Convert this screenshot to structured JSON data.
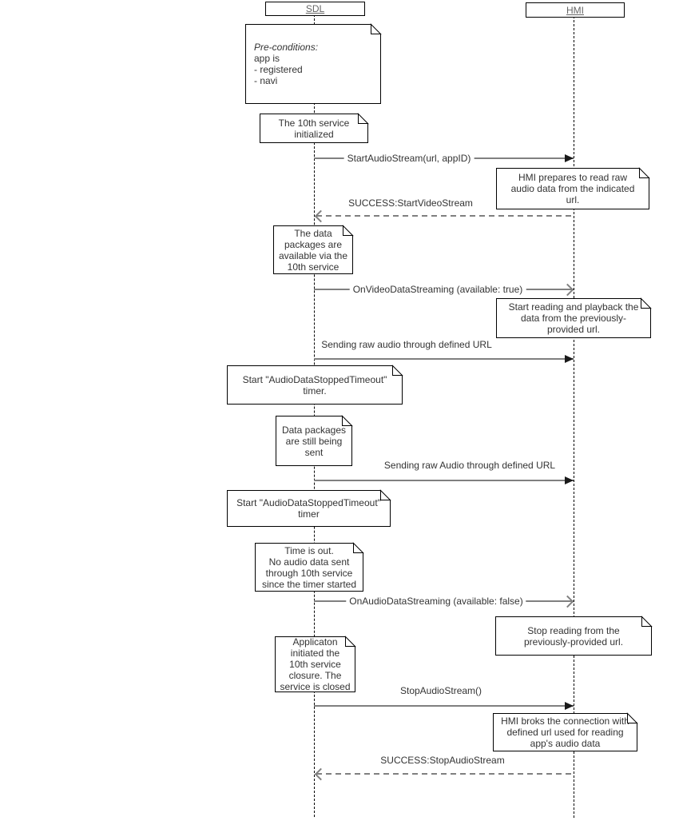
{
  "diagram": {
    "type": "uml-sequence",
    "actors": [
      {
        "id": "sdl",
        "label": "SDL"
      },
      {
        "id": "hmi",
        "label": "HMI"
      }
    ],
    "notes": [
      {
        "id": "preconditions",
        "title": "Pre-conditions:",
        "body": "app is\n- registered\n- navi",
        "lifeline": "SDL"
      },
      {
        "id": "service-initialized",
        "text": "The 10th service\ninitialized",
        "lifeline": "SDL"
      },
      {
        "id": "hmi-prepares",
        "text": "HMI prepares to read raw\naudio data from the indicated\nurl.",
        "lifeline": "HMI"
      },
      {
        "id": "data-packages-available",
        "text": "The data\npackages are\navailable via the\n10th service",
        "lifeline": "SDL"
      },
      {
        "id": "start-reading-playback",
        "text": "Start reading and playback the\ndata from the previously-\nprovided url.",
        "lifeline": "HMI"
      },
      {
        "id": "start-timer-1",
        "text": "Start \"AudioDataStoppedTimeout\"\ntimer.",
        "lifeline": "SDL"
      },
      {
        "id": "packages-still-sent",
        "text": "Data packages\nare still being\nsent",
        "lifeline": "SDL"
      },
      {
        "id": "start-timer-2",
        "text": "Start \"AudioDataStoppedTimeout\"\ntimer",
        "lifeline": "SDL"
      },
      {
        "id": "time-is-out",
        "text": "Time is out.\nNo audio data sent\nthrough 10th service\nsince the timer started",
        "lifeline": "SDL"
      },
      {
        "id": "stop-reading",
        "text": "Stop reading from the\npreviously-provided url.",
        "lifeline": "HMI"
      },
      {
        "id": "app-initiated-closure",
        "text": "Applicaton\ninitiated the\n10th service\nclosure. The\nservice is closed",
        "lifeline": "SDL"
      },
      {
        "id": "hmi-breaks-connection",
        "text": "HMI broks the connection with\ndefined url used for reading\napp's audio data",
        "lifeline": "HMI"
      }
    ],
    "messages": [
      {
        "id": "start-audio-stream",
        "label": "StartAudioStream(url, appID)",
        "from": "SDL",
        "to": "HMI",
        "line": "solid",
        "head": "filled",
        "label_position": "inline"
      },
      {
        "id": "success-start-video-stream",
        "label": "SUCCESS:StartVideoStream",
        "from": "HMI",
        "to": "SDL",
        "line": "dashed",
        "head": "open",
        "label_position": "above"
      },
      {
        "id": "on-video-data-streaming",
        "label": "OnVideoDataStreaming (available: true)",
        "from": "SDL",
        "to": "HMI",
        "line": "solid",
        "head": "open",
        "label_position": "inline"
      },
      {
        "id": "sending-raw-audio-1",
        "label": "Sending raw audio through defined URL",
        "from": "SDL",
        "to": "HMI",
        "line": "solid",
        "head": "filled",
        "label_position": "above"
      },
      {
        "id": "sending-raw-audio-2",
        "label": "Sending raw Audio through defined URL",
        "from": "SDL",
        "to": "HMI",
        "line": "solid",
        "head": "filled",
        "label_position": "above"
      },
      {
        "id": "on-audio-data-streaming",
        "label": "OnAudioDataStreaming (available: false)",
        "from": "SDL",
        "to": "HMI",
        "line": "solid",
        "head": "open",
        "label_position": "inline"
      },
      {
        "id": "stop-audio-stream",
        "label": "StopAudioStream()",
        "from": "SDL",
        "to": "HMI",
        "line": "solid",
        "head": "filled",
        "label_position": "above"
      },
      {
        "id": "success-stop-audio-stream",
        "label": "SUCCESS:StopAudioStream",
        "from": "HMI",
        "to": "SDL",
        "line": "dashed",
        "head": "open",
        "label_position": "above"
      }
    ],
    "colors": {
      "background": "#ffffff",
      "note_border": "#000000",
      "note_fill": "#ffffff",
      "message_line": "#808080",
      "filled_arrowhead": "#1a1a1a",
      "text": "#333333",
      "actor_text": "#666666"
    }
  }
}
